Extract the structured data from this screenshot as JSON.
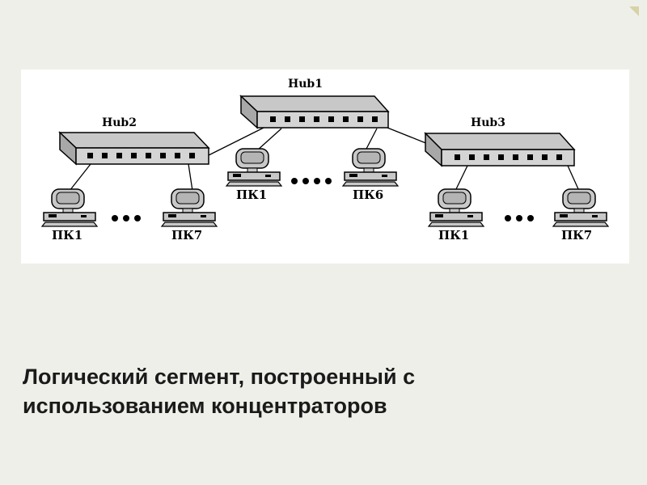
{
  "slide": {
    "caption_line1": "Логический сегмент, построенный с",
    "caption_line2": "использованием концентраторов"
  },
  "diagram": {
    "hubs": [
      {
        "id": "hub1",
        "label": "Hub1"
      },
      {
        "id": "hub2",
        "label": "Hub2"
      },
      {
        "id": "hub3",
        "label": "Hub3"
      }
    ],
    "pcs": [
      {
        "id": "hub2-pc1",
        "label": "ПК1"
      },
      {
        "id": "hub2-pc7",
        "label": "ПК7"
      },
      {
        "id": "hub1-pc1",
        "label": "ПК1"
      },
      {
        "id": "hub1-pc6",
        "label": "ПК6"
      },
      {
        "id": "hub3-pc1",
        "label": "ПК1"
      },
      {
        "id": "hub3-pc7",
        "label": "ПК7"
      }
    ]
  },
  "colors": {
    "background": "#efefea",
    "panel": "#ffffff",
    "device_fill": "#c8c8c8",
    "line": "#000000",
    "accent": "#d8d2a6"
  }
}
